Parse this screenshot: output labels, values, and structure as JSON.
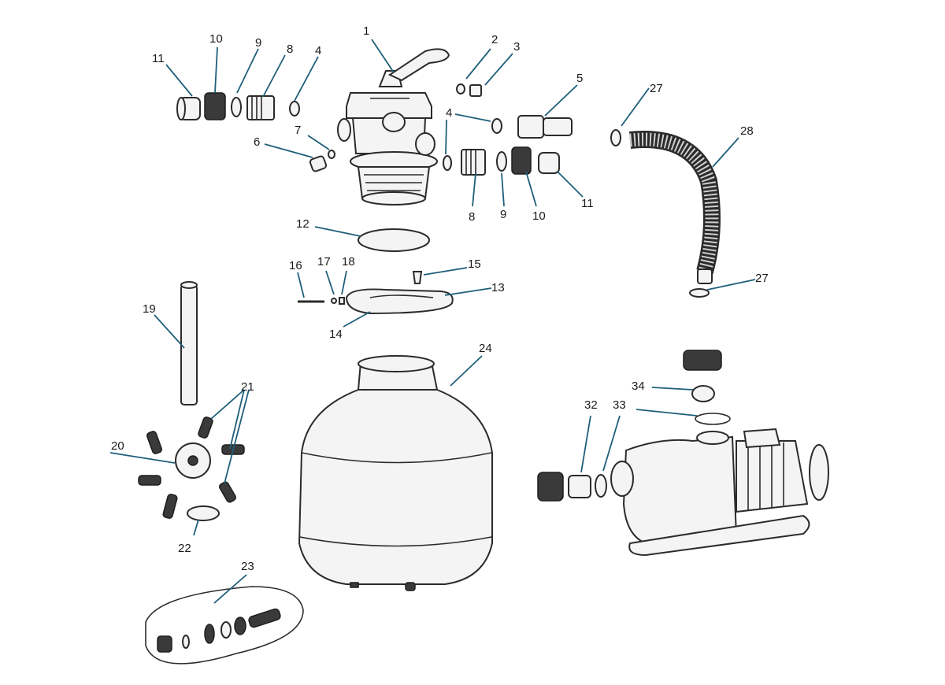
{
  "callouts": [
    {
      "id": "c1",
      "text": "1"
    },
    {
      "id": "c2",
      "text": "2"
    },
    {
      "id": "c3",
      "text": "3"
    },
    {
      "id": "c4a",
      "text": "4"
    },
    {
      "id": "c4b",
      "text": "4"
    },
    {
      "id": "c5",
      "text": "5"
    },
    {
      "id": "c6",
      "text": "6"
    },
    {
      "id": "c7",
      "text": "7"
    },
    {
      "id": "c8a",
      "text": "8"
    },
    {
      "id": "c8b",
      "text": "8"
    },
    {
      "id": "c9a",
      "text": "9"
    },
    {
      "id": "c9b",
      "text": "9"
    },
    {
      "id": "c10a",
      "text": "10"
    },
    {
      "id": "c10b",
      "text": "10"
    },
    {
      "id": "c11a",
      "text": "11"
    },
    {
      "id": "c11b",
      "text": "11"
    },
    {
      "id": "c12",
      "text": "12"
    },
    {
      "id": "c13",
      "text": "13"
    },
    {
      "id": "c14",
      "text": "14"
    },
    {
      "id": "c15",
      "text": "15"
    },
    {
      "id": "c16",
      "text": "16"
    },
    {
      "id": "c17",
      "text": "17"
    },
    {
      "id": "c18",
      "text": "18"
    },
    {
      "id": "c19",
      "text": "19"
    },
    {
      "id": "c20",
      "text": "20"
    },
    {
      "id": "c21",
      "text": "21"
    },
    {
      "id": "c22",
      "text": "22"
    },
    {
      "id": "c23",
      "text": "23"
    },
    {
      "id": "c24",
      "text": "24"
    },
    {
      "id": "c27a",
      "text": "27"
    },
    {
      "id": "c27b",
      "text": "27"
    },
    {
      "id": "c28",
      "text": "28"
    },
    {
      "id": "c32",
      "text": "32"
    },
    {
      "id": "c33",
      "text": "33"
    },
    {
      "id": "c34",
      "text": "34"
    }
  ],
  "colors": {
    "leader": "#1f5f7a",
    "outline": "#2b2b2b",
    "fill": "#f4f4f4"
  }
}
